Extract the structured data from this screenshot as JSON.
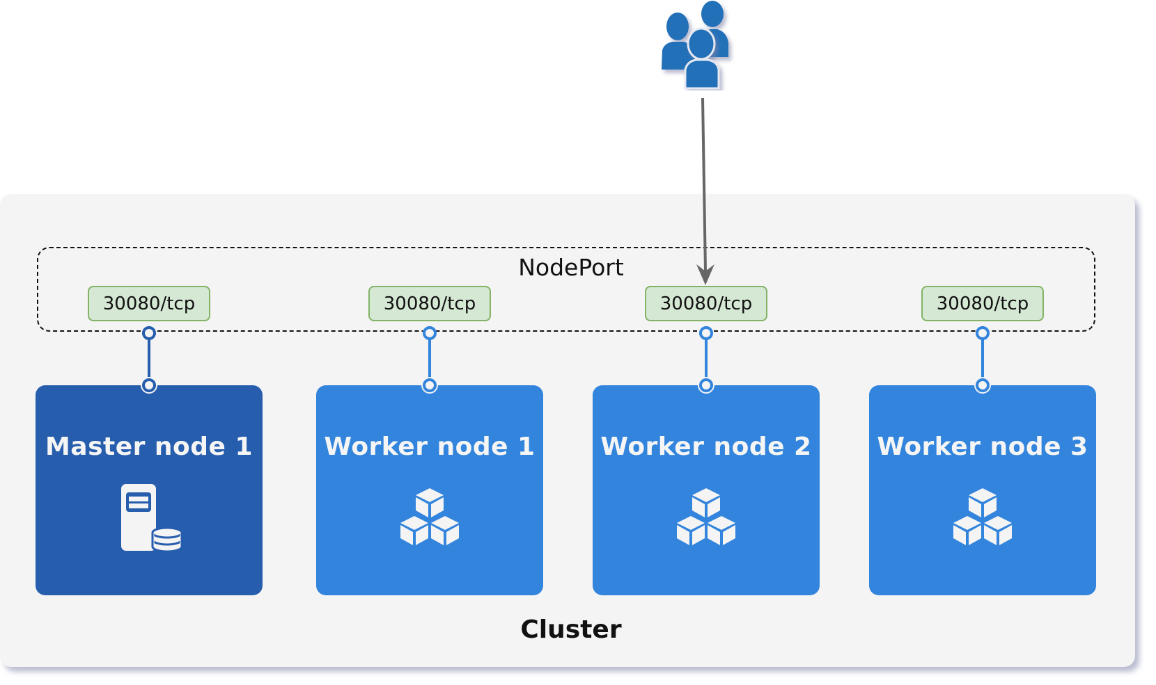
{
  "users": {
    "icon": "users-group-icon"
  },
  "cluster": {
    "label": "Cluster"
  },
  "nodeport": {
    "label": "NodePort"
  },
  "ports": [
    {
      "label": "30080/tcp"
    },
    {
      "label": "30080/tcp"
    },
    {
      "label": "30080/tcp"
    },
    {
      "label": "30080/tcp"
    }
  ],
  "nodes": [
    {
      "title": "Master node 1",
      "role": "master",
      "icon": "server-database-icon"
    },
    {
      "title": "Worker node 1",
      "role": "worker",
      "icon": "cubes-icon"
    },
    {
      "title": "Worker node 2",
      "role": "worker",
      "icon": "cubes-icon"
    },
    {
      "title": "Worker node 3",
      "role": "worker",
      "icon": "cubes-icon"
    }
  ],
  "colors": {
    "master": "#275dad",
    "worker": "#3284dc",
    "port_fill": "#d5e8d4",
    "port_border": "#82b366",
    "arrow": "#666666",
    "users": "#2370b8"
  }
}
